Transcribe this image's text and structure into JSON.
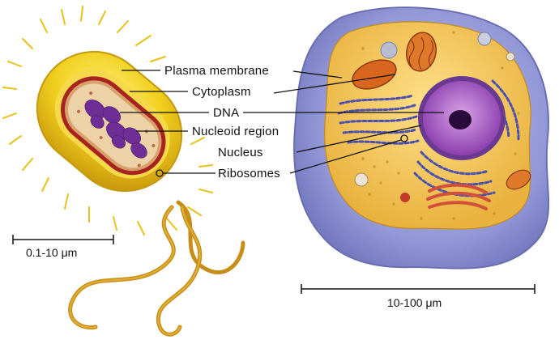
{
  "labels": {
    "plasma_membrane": "Plasma membrane",
    "cytoplasm": "Cytoplasm",
    "dna": "DNA",
    "nucleoid_region": "Nucleoid region",
    "nucleus": "Nucleus",
    "ribosomes": "Ribosomes"
  },
  "scales": {
    "prokaryote": "0.1-10 μm",
    "eukaryote": "10-100 μm"
  },
  "colors": {
    "capsule_yellow": "#f1cf1e",
    "cell_wall_red": "#a8241e",
    "cytoplasm_tan": "#e8c896",
    "dna_purple": "#7a3aa0",
    "nucleus_purple": "#9b4fb8",
    "eukaryote_membrane_blue": "#8a8fd0",
    "eukaryote_cytoplasm": "#f2c04c",
    "mitochondria_orange": "#e0782a",
    "golgi_red": "#d8553a"
  }
}
